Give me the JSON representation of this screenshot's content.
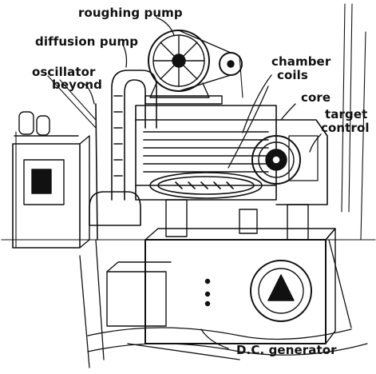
{
  "labels": {
    "roughing_pump": "roughing pump",
    "diffusion_pump": "diffusion pump",
    "oscillator_line1": "oscillator",
    "oscillator_line2": "beyond",
    "chamber": "chamber",
    "coils": "coils",
    "core": "core",
    "target_line1": "target",
    "target_line2": "control",
    "dc_generator": "D.C. generator"
  },
  "colors": {
    "ink": "#111111",
    "paper": "#ffffff"
  }
}
